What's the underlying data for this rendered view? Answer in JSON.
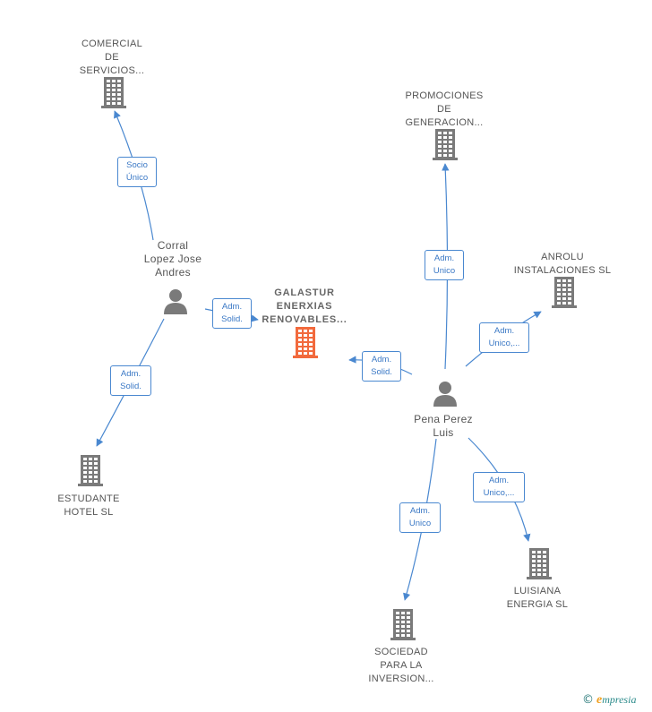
{
  "diagram": {
    "nodes": [
      {
        "id": "comercial",
        "type": "company",
        "lines": [
          "COMERCIAL",
          "DE",
          "SERVICIOS..."
        ],
        "color": "#7a7a7a"
      },
      {
        "id": "promociones",
        "type": "company",
        "lines": [
          "PROMOCIONES",
          "DE",
          "GENERACION..."
        ],
        "color": "#7a7a7a"
      },
      {
        "id": "anrolu",
        "type": "company",
        "lines": [
          "ANROLU",
          "INSTALACIONES SL"
        ],
        "color": "#7a7a7a"
      },
      {
        "id": "galastur",
        "type": "company",
        "lines": [
          "GALASTUR",
          "ENERXIAS",
          "RENOVABLES..."
        ],
        "color": "#f26a3d",
        "main": true
      },
      {
        "id": "corral",
        "type": "person",
        "lines": [
          "Corral",
          "Lopez Jose",
          "Andres"
        ],
        "color": "#7a7a7a"
      },
      {
        "id": "pena",
        "type": "person",
        "lines": [
          "Pena Perez",
          "Luis"
        ],
        "color": "#7a7a7a"
      },
      {
        "id": "estudante",
        "type": "company",
        "lines": [
          "ESTUDANTE",
          "HOTEL  SL"
        ],
        "color": "#7a7a7a"
      },
      {
        "id": "luisiana",
        "type": "company",
        "lines": [
          "LUISIANA",
          "ENERGIA  SL"
        ],
        "color": "#7a7a7a"
      },
      {
        "id": "sociedad",
        "type": "company",
        "lines": [
          "SOCIEDAD",
          "PARA LA",
          "INVERSION..."
        ],
        "color": "#7a7a7a"
      }
    ],
    "edges": [
      {
        "from": "corral",
        "to": "comercial",
        "lines": [
          "Socio",
          "Único"
        ]
      },
      {
        "from": "corral",
        "to": "galastur",
        "lines": [
          "Adm.",
          "Solid."
        ]
      },
      {
        "from": "corral",
        "to": "estudante",
        "lines": [
          "Adm.",
          "Solid."
        ]
      },
      {
        "from": "pena",
        "to": "promociones",
        "lines": [
          "Adm.",
          "Unico"
        ]
      },
      {
        "from": "pena",
        "to": "anrolu",
        "lines": [
          "Adm.",
          "Unico,..."
        ]
      },
      {
        "from": "pena",
        "to": "galastur",
        "lines": [
          "Adm.",
          "Solid."
        ]
      },
      {
        "from": "pena",
        "to": "luisiana",
        "lines": [
          "Adm.",
          "Unico,..."
        ]
      },
      {
        "from": "pena",
        "to": "sociedad",
        "lines": [
          "Adm.",
          "Unico"
        ]
      }
    ],
    "edge_color": "#4a88d0"
  },
  "footer": {
    "copyright": "©",
    "brand_initial": "e",
    "brand_rest": "mpresia"
  }
}
